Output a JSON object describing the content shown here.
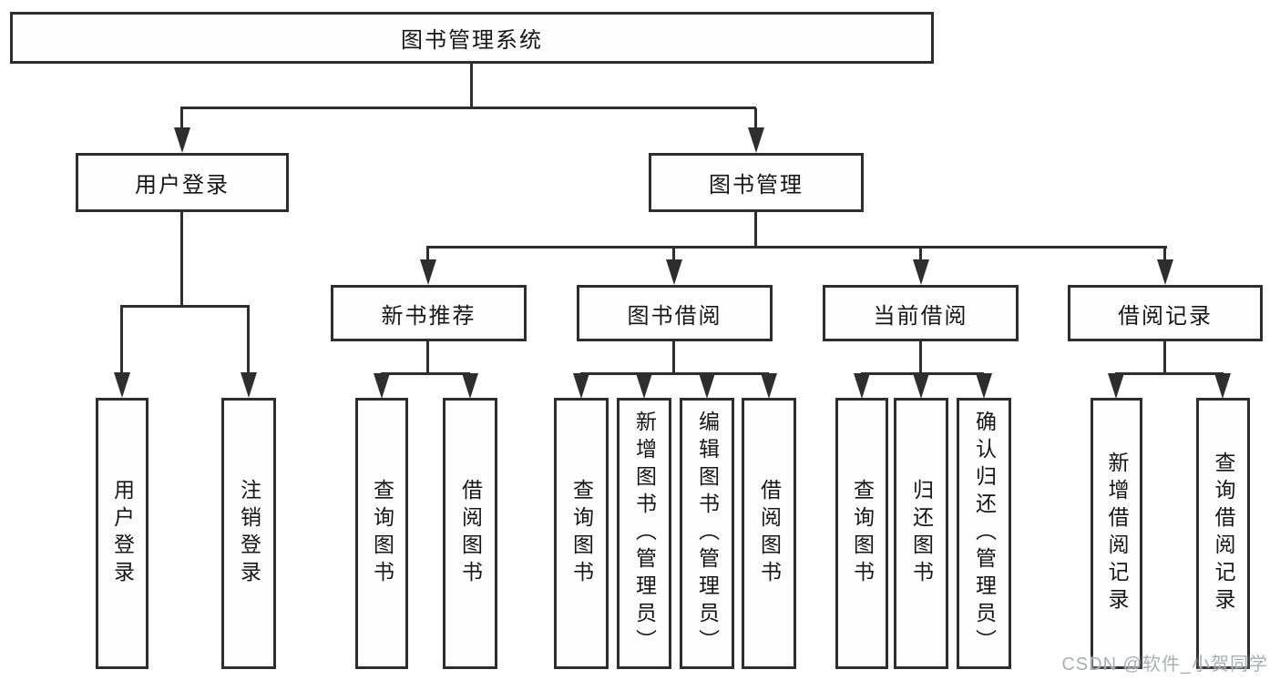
{
  "tree": {
    "root": "图书管理系统",
    "branches": [
      {
        "label": "用户登录",
        "children": [
          "用户登录",
          "注销登录"
        ]
      },
      {
        "label": "图书管理",
        "children": [
          {
            "label": "新书推荐",
            "children": [
              "查询图书",
              "借阅图书"
            ]
          },
          {
            "label": "图书借阅",
            "children": [
              "查询图书",
              "新增图书（管理员）",
              "编辑图书（管理员）",
              "借阅图书"
            ]
          },
          {
            "label": "当前借阅",
            "children": [
              "查询图书",
              "归还图书",
              "确认归还（管理员）"
            ]
          },
          {
            "label": "借阅记录",
            "children": [
              "新增借阅记录",
              "查询借阅记录"
            ]
          }
        ]
      }
    ]
  },
  "watermark": "CSDN @软件_小贺同学",
  "colors": {
    "line": "#2e2e2e",
    "box_border": "#2e2e2e",
    "box_background": "#fefefe",
    "text": "#161616",
    "watermark_text": "#aaadb2",
    "page_background": "#ffffff"
  }
}
